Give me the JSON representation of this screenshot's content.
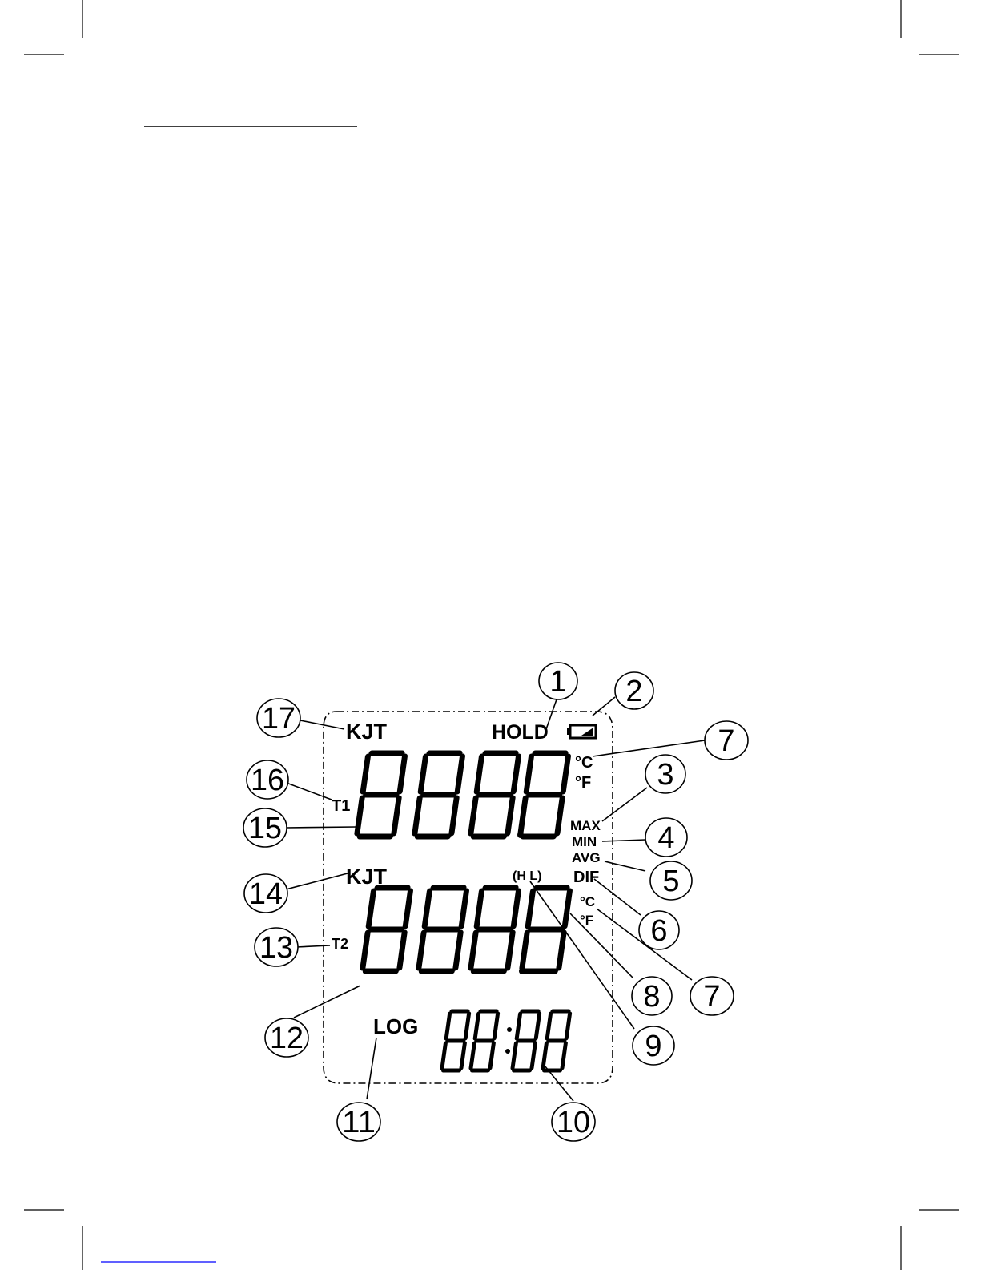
{
  "lcd": {
    "probe_type_top": "KJT",
    "hold": "HOLD",
    "unit_c_top": "°C",
    "unit_f_top": "°F",
    "probe1": "T1",
    "max": "MAX",
    "min": "MIN",
    "avg": "AVG",
    "probe_type_bottom": "KJT",
    "dif": "DIF",
    "hi_lo": "(H L)",
    "unit_c_bottom": "°C",
    "unit_f_bottom": "°F",
    "probe2": "T2",
    "log": "LOG"
  },
  "callouts": [
    "1",
    "2",
    "3",
    "4",
    "5",
    "6",
    "7",
    "7",
    "8",
    "9",
    "10",
    "11",
    "12",
    "13",
    "14",
    "15",
    "16",
    "17"
  ]
}
